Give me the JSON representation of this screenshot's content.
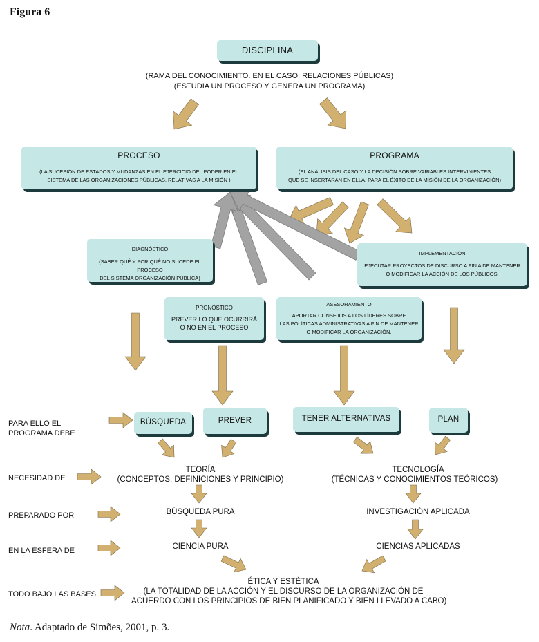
{
  "figure_label": "Figura 6",
  "disciplina": {
    "title": "DISCIPLINA",
    "line1": "(RAMA DEL CONOCIMIENTO. EN EL CASO: RELACIONES PÚBLICAS)",
    "line2": "(ESTUDIA UN PROCESO Y GENERA UN PROGRAMA)"
  },
  "proceso": {
    "title": "PROCESO",
    "line1": "(LA SUCESIÓN DE ESTADOS Y MUDANZAS EN EL EJERCICIO DEL PODER EN EL",
    "line2": "SISTEMA DE LAS ORGANIZACIONES PÚBLICAS, RELATIVAS A LA MISIÓN      )"
  },
  "programa": {
    "title": "PROGRAMA",
    "line1": "(EL ANÁLISIS DEL CASO Y LA DECISIÓN SOBRE VARIABLES INTERVINIENTES",
    "line2": "QUE SE INSERTARÁN EN ELLA, PARA EL ÉXITO DE LA MISIÓN DE LA ORGANIZACIÓN)"
  },
  "diagnostico": {
    "title": "DIAGNÓSTICO",
    "line1": "(SABER QUÉ Y POR QUÉ NO SUCEDE EL PROCESO",
    "line2": "DEL SISTEMA ORGANIZACIÓN PÚBLICA)"
  },
  "implementacion": {
    "title": "IMPLEMENTACIÓN",
    "line1": "EJECUTAR PROYECTOS DE DISCURSO A FIN A DE MANTENER",
    "line2": "O MODIFICAR LA ACCIÓN DE LOS PÚBLICOS."
  },
  "pronostico": {
    "title": "PRONÓSTICO",
    "line1": "PREVER LO QUE OCURRIRÁ",
    "line2": "O NO EN EL PROCESO"
  },
  "asesoramiento": {
    "title": "ASESORAMIENTO",
    "line1": "APORTAR CONSEJOS A LOS LÍDERES SOBRE",
    "line2": "LAS POLÍTICAS ADMINISTRATIVAS A FIN DE MANTENER",
    "line3": "O MODIFICAR LA ORGANIZACIÓN."
  },
  "busqueda": "BÚSQUEDA",
  "prever": "PREVER",
  "tener_alternativas": "TENER ALTERNATIVAS",
  "plan": "PLAN",
  "left_labels": {
    "para_ello_1": "PARA ELLO EL",
    "para_ello_2": "PROGRAMA DEBE",
    "necesidad": "NECESIDAD DE",
    "preparado": "PREPARADO POR",
    "esfera": "EN LA ESFERA DE",
    "bases": "TODO BAJO LAS BASES"
  },
  "teoria": {
    "title": "TEORÍA",
    "sub": "(CONCEPTOS, DEFINICIONES Y PRINCIPIO)"
  },
  "tecnologia": {
    "title": "TECNOLOGÍA",
    "sub": "(TÉCNICAS Y CONOCIMIENTOS TEÓRICOS)"
  },
  "busqueda_pura": "BÚSQUEDA PURA",
  "investigacion_aplicada": "INVESTIGACIÓN APLICADA",
  "ciencia_pura": "CIENCIA PURA",
  "ciencias_aplicadas": "CIENCIAS APLICADAS",
  "etica": {
    "title": "ÉTICA Y ESTÉTICA",
    "line1": "(LA TOTALIDAD DE LA ACCIÓN Y EL DISCURSO DE LA ORGANIZACIÓN DE",
    "line2": "ACUERDO CON LOS PRINCIPIOS DE BIEN PLANIFICADO Y BIEN LLEVADO A CABO)"
  },
  "nota": {
    "label": "Nota",
    "text": ". Adaptado de Simões, 2001, p. 3."
  },
  "colors": {
    "box_fill": "#c5e7e5",
    "box_shadow": "#1d3a3c",
    "arrow_tan": "#d2b06f",
    "arrow_gray": "#a3a3a3"
  }
}
